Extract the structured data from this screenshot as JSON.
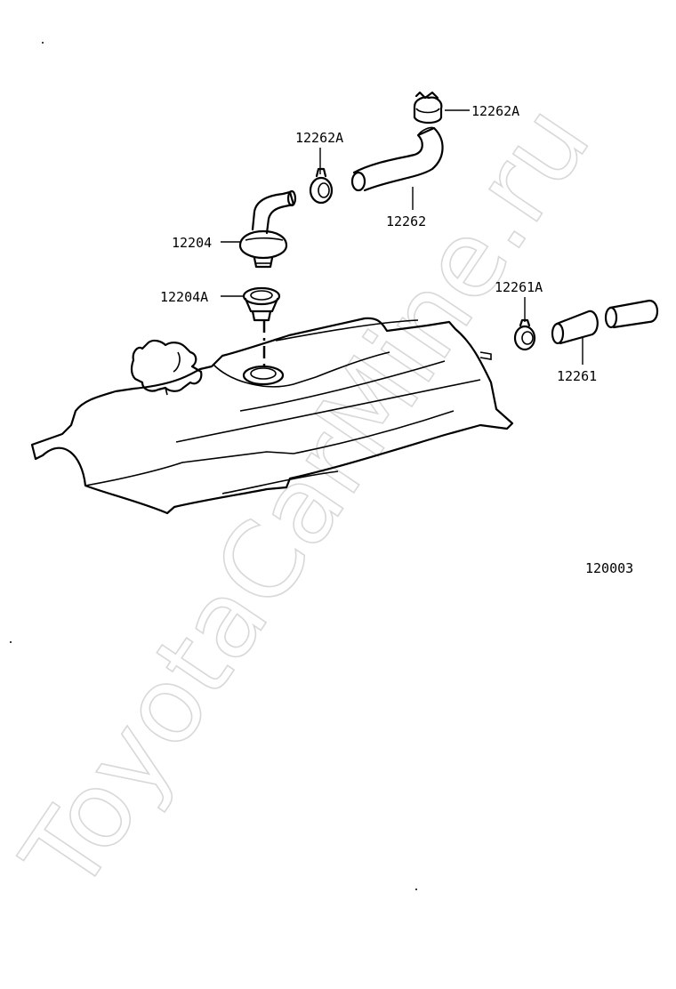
{
  "labels": {
    "clamp_top": "12262A",
    "clamp_mid": "12262A",
    "hose_upper": "12262",
    "pcv_valve": "12204",
    "grommet": "12204A",
    "clamp_right": "12261A",
    "hose_right": "12261"
  },
  "figure_number": "120003",
  "watermark": "ToyotaCarMine.ru"
}
